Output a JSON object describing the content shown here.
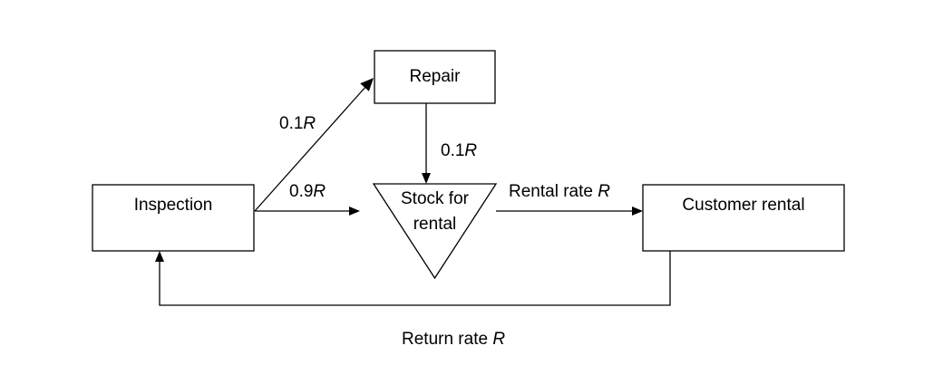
{
  "nodes": {
    "repair": "Repair",
    "inspection": "Inspection",
    "stock_line1": "Stock for",
    "stock_line2": "rental",
    "customer": "Customer rental"
  },
  "edges": {
    "inspection_to_repair": {
      "prefix": "0.1",
      "var": "R"
    },
    "repair_to_stock": {
      "prefix": "0.1",
      "var": "R"
    },
    "inspection_to_stock": {
      "prefix": "0.9",
      "var": "R"
    },
    "stock_to_customer": {
      "prefix": "Rental rate ",
      "var": "R"
    },
    "customer_to_inspection": {
      "prefix": "Return rate ",
      "var": "R"
    }
  }
}
